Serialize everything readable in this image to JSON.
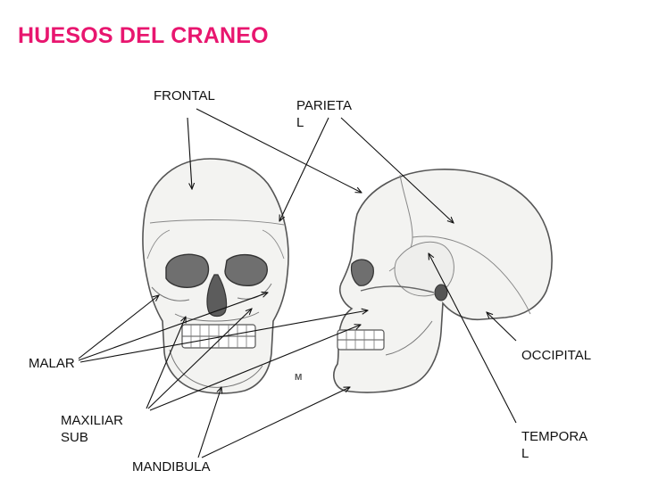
{
  "title": "HUESOS DEL CRANEO",
  "labels": {
    "frontal": "FRONTAL",
    "parietal_1": "PARIETA",
    "parietal_2": "L",
    "malar": "MALAR",
    "maxiliar_1": "MAXILIAR",
    "maxiliar_2": "SUB",
    "mandibula": "MANDIBULA",
    "occipital": "OCCIPITAL",
    "temporal_1": "TEMPORA",
    "temporal_2": "L"
  },
  "mark": "M",
  "colors": {
    "title": "#e8166f",
    "text": "#111111",
    "lines": "#111111",
    "bone_fill": "#f3f3f1",
    "bone_stroke": "#555555"
  }
}
